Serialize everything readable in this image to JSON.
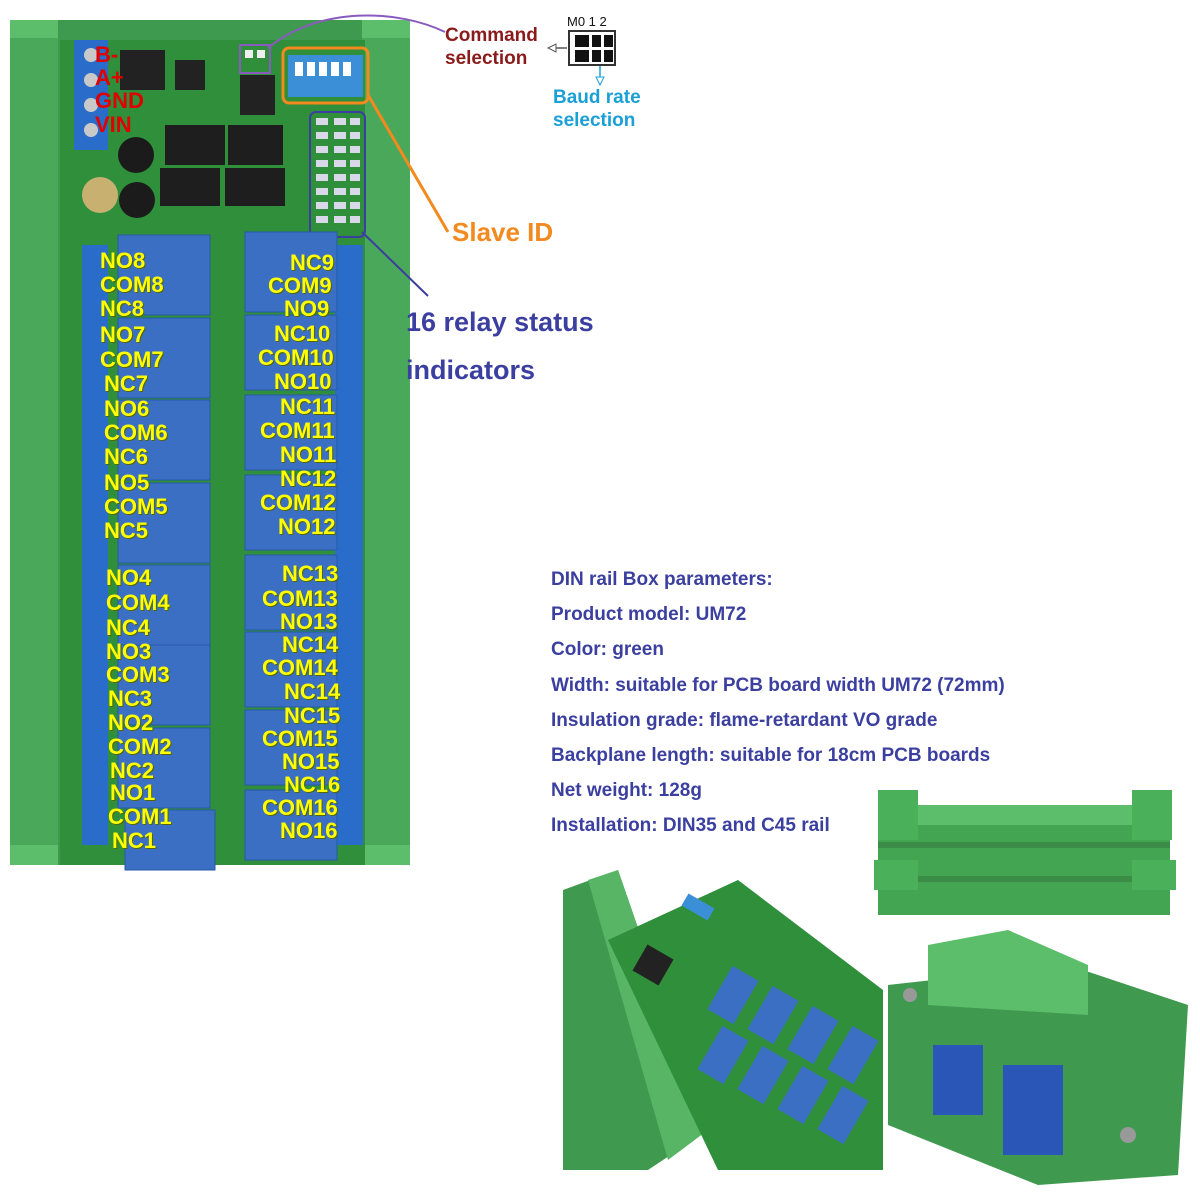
{
  "board_labels": {
    "power_terminals": [
      "B-",
      "A+",
      "GND",
      "VIN"
    ],
    "left_column": [
      "NO8",
      "COM8",
      "NC8",
      "NO7",
      "COM7",
      "NC7",
      "NO6",
      "COM6",
      "NC6",
      "NO5",
      "COM5",
      "NC5",
      "NO4",
      "COM4",
      "NC4",
      "NO3",
      "COM3",
      "NC3",
      "NO2",
      "COM2",
      "NC2",
      "NO1",
      "COM1",
      "NC1"
    ],
    "right_column": [
      "NC9",
      "COM9",
      "NO9",
      "NC10",
      "COM10",
      "NO10",
      "NC11",
      "COM11",
      "NO11",
      "NC12",
      "COM12",
      "NO12",
      "NC13",
      "COM13",
      "NO13",
      "NC14",
      "COM14",
      "NC14",
      "NC15",
      "COM15",
      "NO15",
      "NC16",
      "COM16",
      "NO16"
    ]
  },
  "annotations": {
    "command_selection": [
      "Command",
      "selection"
    ],
    "jumper_header": "M0 1 2",
    "baud_rate_selection": [
      "Baud rate",
      "selection"
    ],
    "slave_id": "Slave ID",
    "relay_status": [
      "16 relay status",
      "indicators"
    ]
  },
  "parameters": {
    "heading": "DIN rail Box parameters:",
    "lines": [
      "Product model: UM72",
      "Color: green",
      "Width: suitable for PCB board width UM72  (72mm)",
      "Insulation grade: flame-retardant VO grade",
      "Backplane length: suitable for 18cm PCB boards",
      "Net weight: 128g",
      "Installation: DIN35 and C45 rail"
    ]
  },
  "colors": {
    "enclosure_green": "#3f9a4f",
    "pcb_green": "#2f8f3a",
    "relay_blue": "#3a6fc4",
    "label_yellow": "#ffff00",
    "label_red": "#e00000",
    "command_color": "#8b1a1a",
    "baud_color": "#1aa0d6",
    "slave_color": "#f28a1f",
    "text_navy": "#3b3f9f"
  }
}
